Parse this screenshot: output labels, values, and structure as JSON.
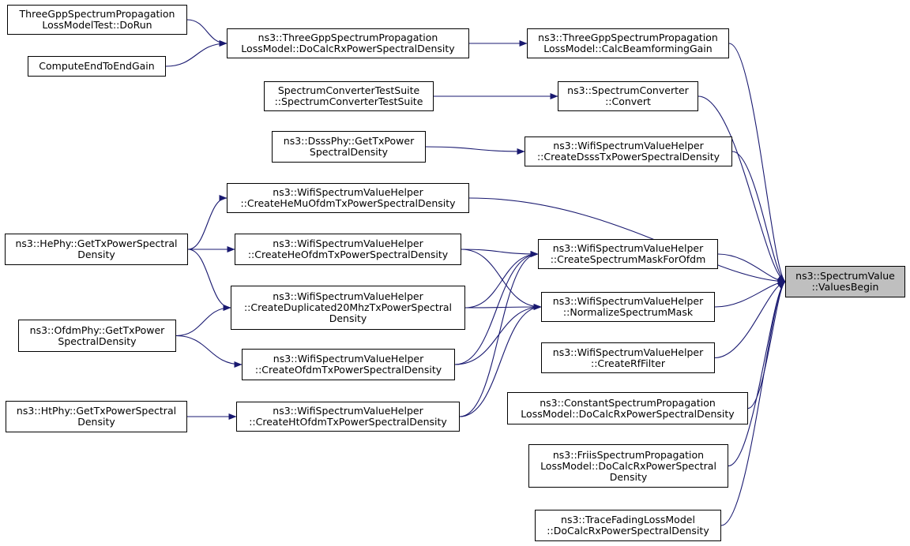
{
  "colors": {
    "edge": "#191970",
    "root_fill": "#bfbfbf",
    "node_fill": "#ffffff",
    "border": "#000000"
  },
  "nodes": {
    "root": [
      "ns3::SpectrumValue",
      "::ValuesBegin"
    ],
    "tgpp_calc": [
      "ns3::ThreeGppSpectrumPropagation",
      "LossModel::CalcBeamformingGain"
    ],
    "conv": [
      "ns3::SpectrumConverter",
      "::Convert"
    ],
    "dsss_create": [
      "ns3::WifiSpectrumValueHelper",
      "::CreateDsssTxPowerSpectralDensity"
    ],
    "hemu": [
      "ns3::WifiSpectrumValueHelper",
      "::CreateHeMuOfdmTxPowerSpectralDensity"
    ],
    "mask": [
      "ns3::WifiSpectrumValueHelper",
      "::CreateSpectrumMaskForOfdm"
    ],
    "norm": [
      "ns3::WifiSpectrumValueHelper",
      "::NormalizeSpectrumMask"
    ],
    "rf": [
      "ns3::WifiSpectrumValueHelper",
      "::CreateRfFilter"
    ],
    "const": [
      "ns3::ConstantSpectrumPropagation",
      "LossModel::DoCalcRxPowerSpectralDensity"
    ],
    "friis": [
      "ns3::FriisSpectrumPropagation",
      "LossModel::DoCalcRxPowerSpectral",
      "Density"
    ],
    "trace": [
      "ns3::TraceFadingLossModel",
      "::DoCalcRxPowerSpectralDensity"
    ],
    "tgpp_do": [
      "ns3::ThreeGppSpectrumPropagation",
      "LossModel::DoCalcRxPowerSpectralDensity"
    ],
    "conv_suite": [
      "SpectrumConverterTestSuite",
      "::SpectrumConverterTestSuite"
    ],
    "dsss_get": [
      "ns3::DsssPhy::GetTxPower",
      "SpectralDensity"
    ],
    "he_ofdm": [
      "ns3::WifiSpectrumValueHelper",
      "::CreateHeOfdmTxPowerSpectralDensity"
    ],
    "dup20": [
      "ns3::WifiSpectrumValueHelper",
      "::CreateDuplicated20MhzTxPowerSpectral",
      "Density"
    ],
    "ofdm_create": [
      "ns3::WifiSpectrumValueHelper",
      "::CreateOfdmTxPowerSpectralDensity"
    ],
    "ht_create": [
      "ns3::WifiSpectrumValueHelper",
      "::CreateHtOfdmTxPowerSpectralDensity"
    ],
    "tgpp_test": [
      "ThreeGppSpectrumPropagation",
      "LossModelTest::DoRun"
    ],
    "e2e": [
      "ComputeEndToEndGain"
    ],
    "he_get": [
      "ns3::HePhy::GetTxPowerSpectral",
      "Density"
    ],
    "ofdm_get": [
      "ns3::OfdmPhy::GetTxPower",
      "SpectralDensity"
    ],
    "ht_get": [
      "ns3::HtPhy::GetTxPowerSpectral",
      "Density"
    ]
  },
  "edges": [
    [
      "tgpp_calc",
      "root"
    ],
    [
      "conv",
      "root"
    ],
    [
      "dsss_create",
      "root"
    ],
    [
      "hemu",
      "root"
    ],
    [
      "mask",
      "root"
    ],
    [
      "norm",
      "root"
    ],
    [
      "rf",
      "root"
    ],
    [
      "const",
      "root"
    ],
    [
      "friis",
      "root"
    ],
    [
      "trace",
      "root"
    ],
    [
      "tgpp_do",
      "tgpp_calc"
    ],
    [
      "tgpp_test",
      "tgpp_do"
    ],
    [
      "e2e",
      "tgpp_do"
    ],
    [
      "conv_suite",
      "conv"
    ],
    [
      "dsss_get",
      "dsss_create"
    ],
    [
      "he_get",
      "hemu"
    ],
    [
      "he_get",
      "he_ofdm"
    ],
    [
      "he_get",
      "dup20"
    ],
    [
      "he_ofdm",
      "mask"
    ],
    [
      "he_ofdm",
      "norm"
    ],
    [
      "dup20",
      "mask"
    ],
    [
      "dup20",
      "norm"
    ],
    [
      "ofdm_get",
      "dup20"
    ],
    [
      "ofdm_get",
      "ofdm_create"
    ],
    [
      "ofdm_create",
      "mask"
    ],
    [
      "ofdm_create",
      "norm"
    ],
    [
      "ht_create",
      "mask"
    ],
    [
      "ht_create",
      "norm"
    ],
    [
      "ht_get",
      "ht_create"
    ]
  ]
}
